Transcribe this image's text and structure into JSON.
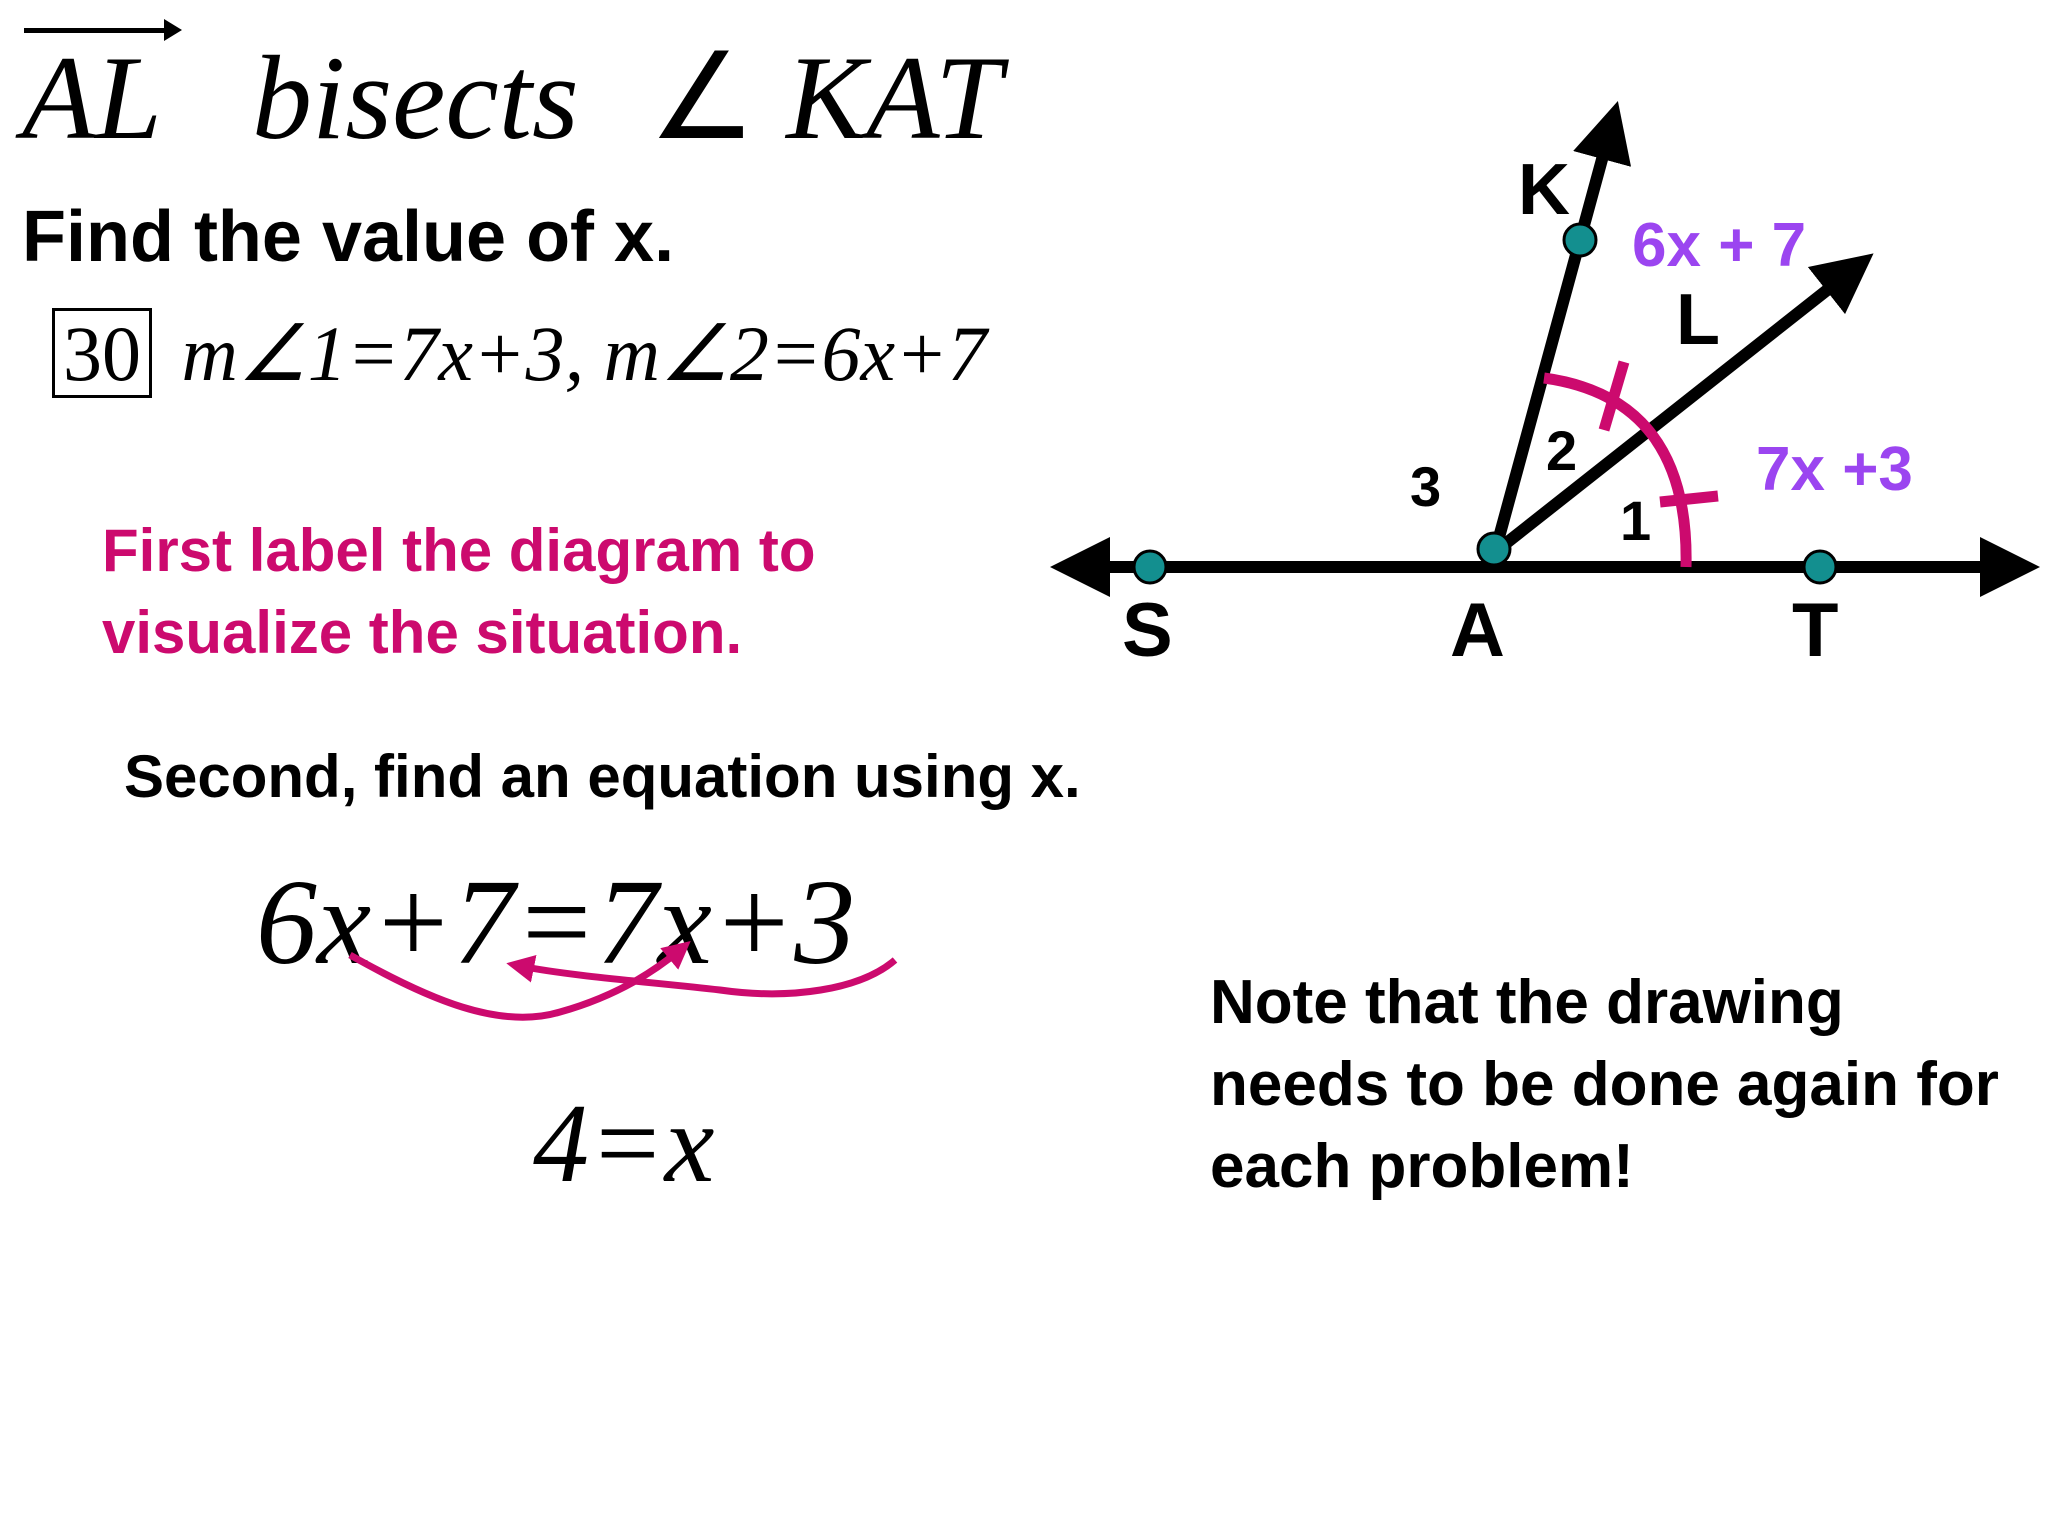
{
  "title": {
    "ray": "AL",
    "verb": "bisects",
    "angle_symbol": "∠",
    "angle_name": "KAT"
  },
  "instruction": "Find the value of x.",
  "given": {
    "answer_boxed": "30",
    "equations": "m∠1=7x+3, m∠2=6x+7"
  },
  "step1": "First label the diagram to visualize the situation.",
  "step2": "Second, find an equation using x.",
  "equation": "6x+7=7x+3",
  "result": "4=x",
  "note": "Note that the drawing needs to be done again for each problem!",
  "diagram": {
    "points": {
      "K": "K",
      "L": "L",
      "S": "S",
      "A": "A",
      "T": "T"
    },
    "angle_numbers": {
      "one": "1",
      "two": "2",
      "three": "3"
    },
    "angle_expressions": {
      "angle2": "6x + 7",
      "angle1": "7x +3"
    }
  },
  "colors": {
    "accent": "#cc0a6e",
    "expression": "#9b45f0",
    "point_fill": "#138f8f",
    "line": "#000000"
  }
}
